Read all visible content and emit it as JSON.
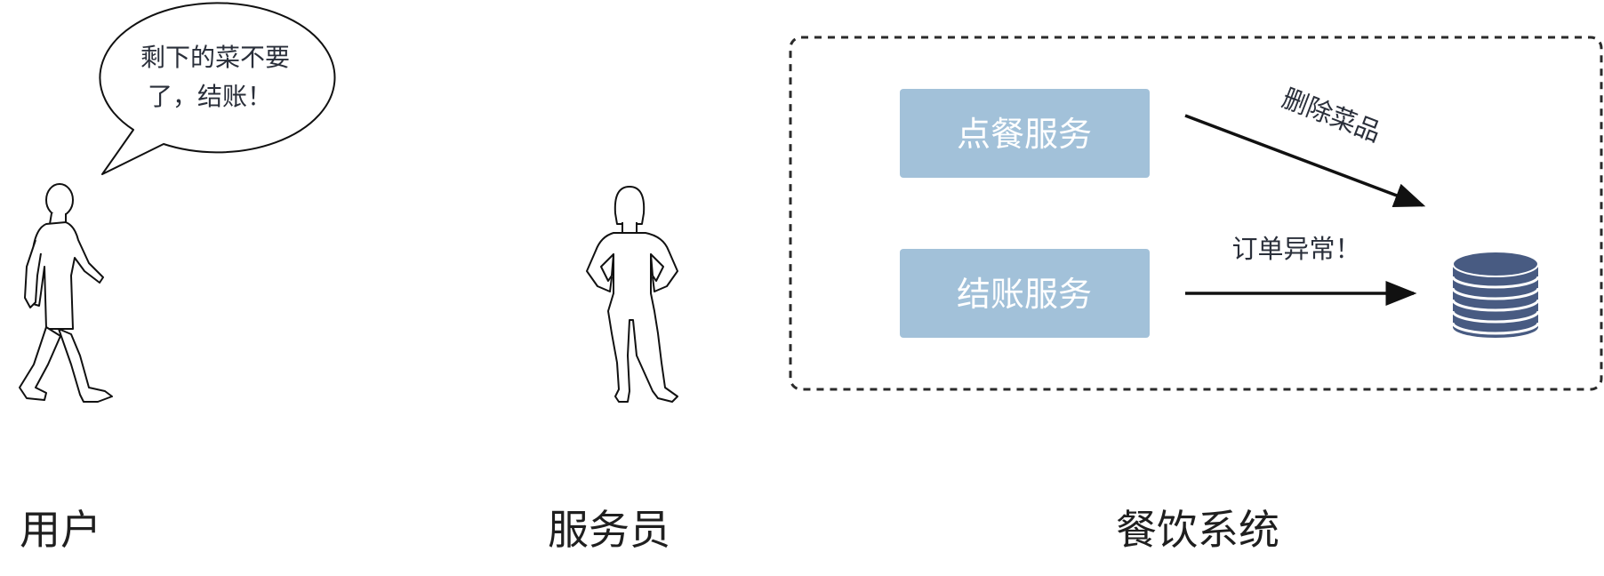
{
  "actors": {
    "user": {
      "label": "用户",
      "speech": [
        "剩下的菜不要",
        "了，结账！"
      ],
      "icon": "walking-person-icon"
    },
    "waiter": {
      "label": "服务员",
      "icon": "standing-person-icon"
    }
  },
  "system": {
    "label": "餐饮系统",
    "services": [
      {
        "label": "点餐服务"
      },
      {
        "label": "结账服务"
      }
    ],
    "arrows": [
      {
        "label": "删除菜品"
      },
      {
        "label": "订单异常！"
      }
    ],
    "database_icon": "database-icon"
  },
  "colors": {
    "service_box": "#a2c1d9",
    "database": "#485b82",
    "border": "#2b2b2b",
    "text": "#2a2f3a"
  }
}
